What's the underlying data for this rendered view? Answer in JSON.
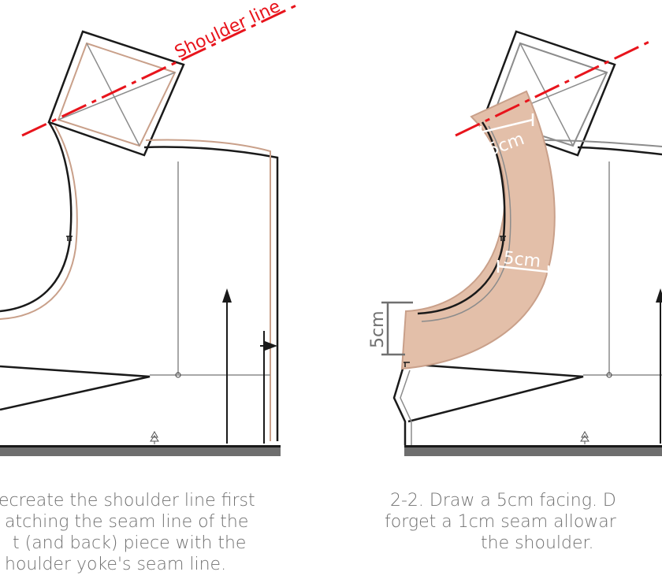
{
  "left_panel": {
    "shoulder_label": "Shoulder line",
    "caption_lines": [
      "ecreate the shoulder line first",
      "atching the seam line of the",
      "t (and back) piece with the",
      "houlder yoke's seam line."
    ]
  },
  "right_panel": {
    "measurement_labels": [
      "5cm",
      "5cm",
      "5cm"
    ],
    "caption_lines": [
      "2-2. Draw a 5cm facing. D",
      "forget a 1cm seam allowar",
      "the shoulder."
    ]
  },
  "colors": {
    "pattern_line": "#1a1a1a",
    "guide_line": "#8c8c8c",
    "seam_line": "#c9a08a",
    "shoulder_line": "#e8141c",
    "facing_fill": "#e3bfa9",
    "base_bar": "#6e6e6e",
    "caption_text": "#707070"
  }
}
